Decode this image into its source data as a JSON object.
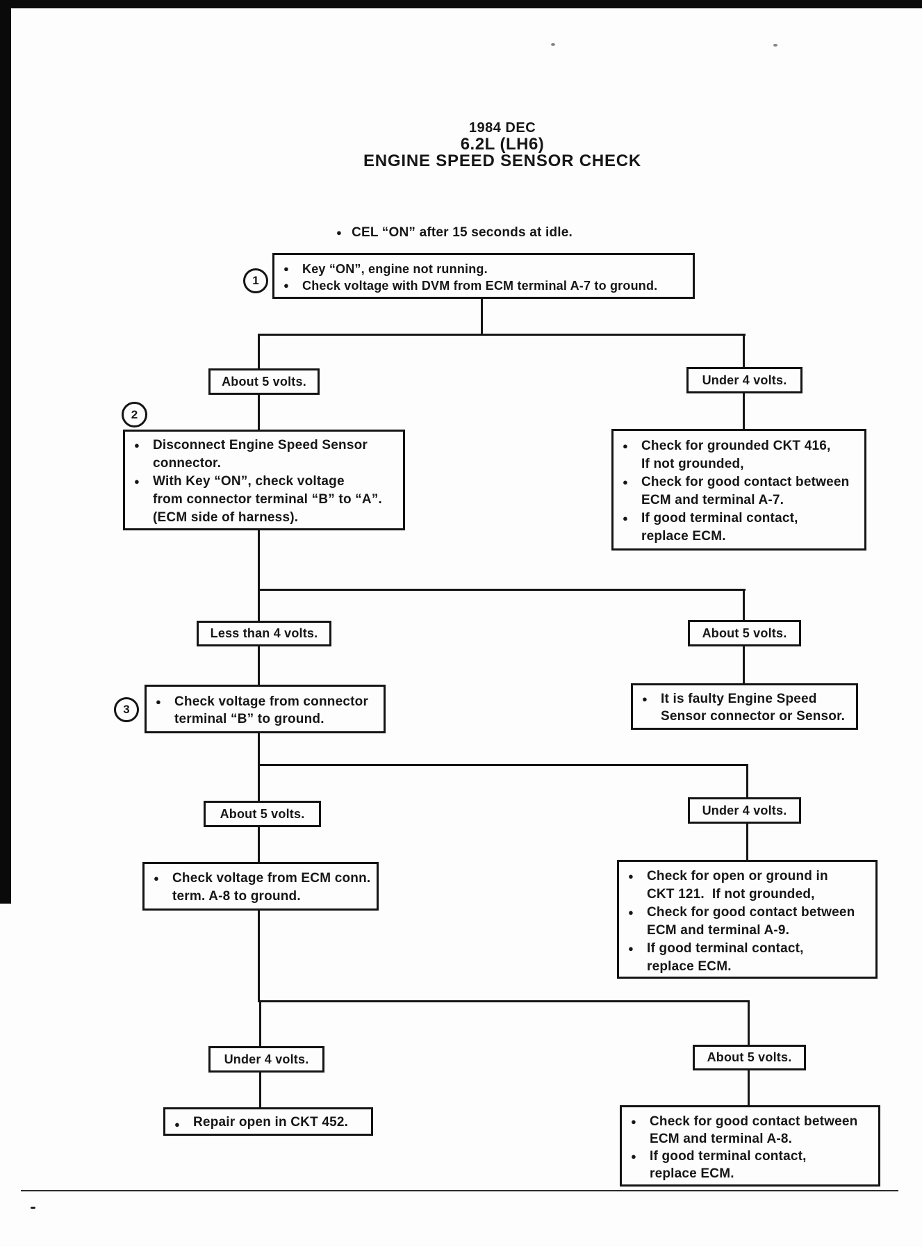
{
  "icons": {
    "bullet": "●"
  },
  "title": {
    "date": "1984 DEC",
    "engine": "6.2L (LH6)",
    "heading": "ENGINE SPEED SENSOR CHECK"
  },
  "intro": {
    "text": "CEL “ON” after 15 seconds at idle."
  },
  "flow": {
    "step1": {
      "marker": "1",
      "lines": [
        {
          "bullet": true,
          "text": "Key “ON”, engine not running."
        },
        {
          "bullet": true,
          "text": "Check voltage with DVM from ECM terminal A-7 to ground."
        }
      ]
    },
    "labels_row1": {
      "left": "About 5 volts.",
      "right": "Under 4 volts."
    },
    "step2": {
      "marker": "2",
      "lines": [
        {
          "bullet": true,
          "text": "Disconnect Engine Speed Sensor"
        },
        {
          "bullet": false,
          "text": "connector."
        },
        {
          "bullet": true,
          "text": "With Key “ON”, check voltage"
        },
        {
          "bullet": false,
          "text": "from connector terminal “B” to “A”."
        },
        {
          "bullet": false,
          "text": "(ECM side of harness)."
        }
      ]
    },
    "ckt416": {
      "lines": [
        {
          "bullet": true,
          "text": "Check for grounded CKT 416,"
        },
        {
          "bullet": false,
          "text": "If not grounded,"
        },
        {
          "bullet": true,
          "text": "Check for good contact between"
        },
        {
          "bullet": false,
          "text": "ECM and terminal A-7."
        },
        {
          "bullet": true,
          "text": "If good terminal contact,"
        },
        {
          "bullet": false,
          "text": "replace ECM."
        }
      ]
    },
    "labels_row2": {
      "left": "Less than 4 volts.",
      "right": "About 5 volts."
    },
    "step3": {
      "marker": "3",
      "lines": [
        {
          "bullet": true,
          "text": "Check voltage from connector"
        },
        {
          "bullet": false,
          "text": "terminal “B” to ground."
        }
      ]
    },
    "faulty_sensor": {
      "lines": [
        {
          "bullet": true,
          "text": "It is faulty Engine Speed"
        },
        {
          "bullet": false,
          "text": "Sensor connector or Sensor."
        }
      ]
    },
    "labels_row3": {
      "left": "About 5 volts.",
      "right": "Under 4 volts."
    },
    "check_a8": {
      "lines": [
        {
          "bullet": true,
          "text": "Check voltage from ECM conn."
        },
        {
          "bullet": false,
          "text": "term. A-8 to ground."
        }
      ]
    },
    "ckt121": {
      "lines": [
        {
          "bullet": true,
          "text": "Check for open or ground in"
        },
        {
          "bullet": false,
          "text": "CKT 121.  If not grounded,"
        },
        {
          "bullet": true,
          "text": "Check for good contact between"
        },
        {
          "bullet": false,
          "text": "ECM and terminal A-9."
        },
        {
          "bullet": true,
          "text": "If good terminal contact,"
        },
        {
          "bullet": false,
          "text": "replace ECM."
        }
      ]
    },
    "labels_row4": {
      "left": "Under 4 volts.",
      "right": "About 5 volts."
    },
    "repair": {
      "lines": [
        {
          "bullet": true,
          "text": "Repair open in CKT 452."
        }
      ]
    },
    "final": {
      "lines": [
        {
          "bullet": true,
          "text": "Check for good contact between"
        },
        {
          "bullet": false,
          "text": "ECM and terminal A-8."
        },
        {
          "bullet": true,
          "text": "If good terminal contact,"
        },
        {
          "bullet": false,
          "text": "replace ECM."
        }
      ]
    }
  }
}
